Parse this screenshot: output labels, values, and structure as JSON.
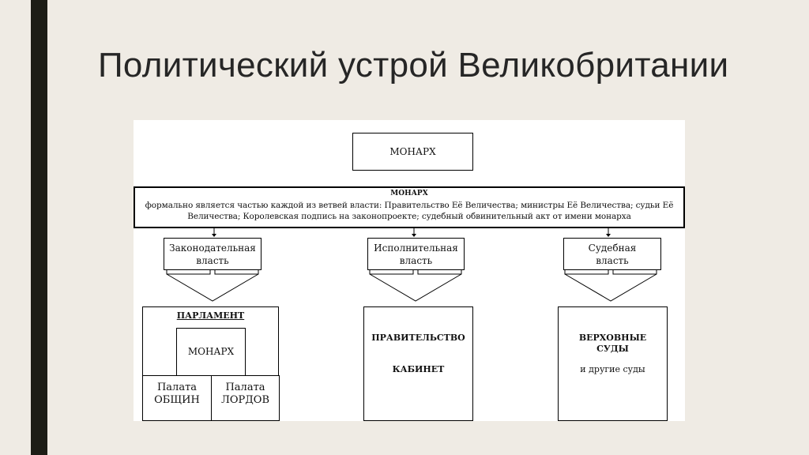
{
  "title": "Политический устрой Великобритании",
  "top_box": "МОНАРХ",
  "banner": {
    "heading": "МОНАРХ",
    "line1": "формально является частью каждой из ветвей власти: Правительство Её Величества; министры Её Величества; судьи Её",
    "line2": "Величества; Королевская подпись на законопроекте; судебный обвинительный акт от имени монарха"
  },
  "branches": [
    {
      "line1": "Законодательная",
      "line2": "власть"
    },
    {
      "line1": "Исполнительная",
      "line2": "власть"
    },
    {
      "line1": "Судебная",
      "line2": "власть"
    }
  ],
  "parliament": {
    "heading": "ПАРЛАМЕНТ",
    "monarch": "МОНАРХ",
    "commons_line1": "Палата",
    "commons_line2": "ОБЩИН",
    "lords_line1": "Палата",
    "lords_line2": "ЛОРДОВ"
  },
  "government": {
    "line1": "ПРАВИТЕЛЬСТВО",
    "line2": "КАБИНЕТ"
  },
  "courts": {
    "line1": "ВЕРХОВНЫЕ",
    "line2": "СУДЫ",
    "line3": "и другие суды"
  }
}
